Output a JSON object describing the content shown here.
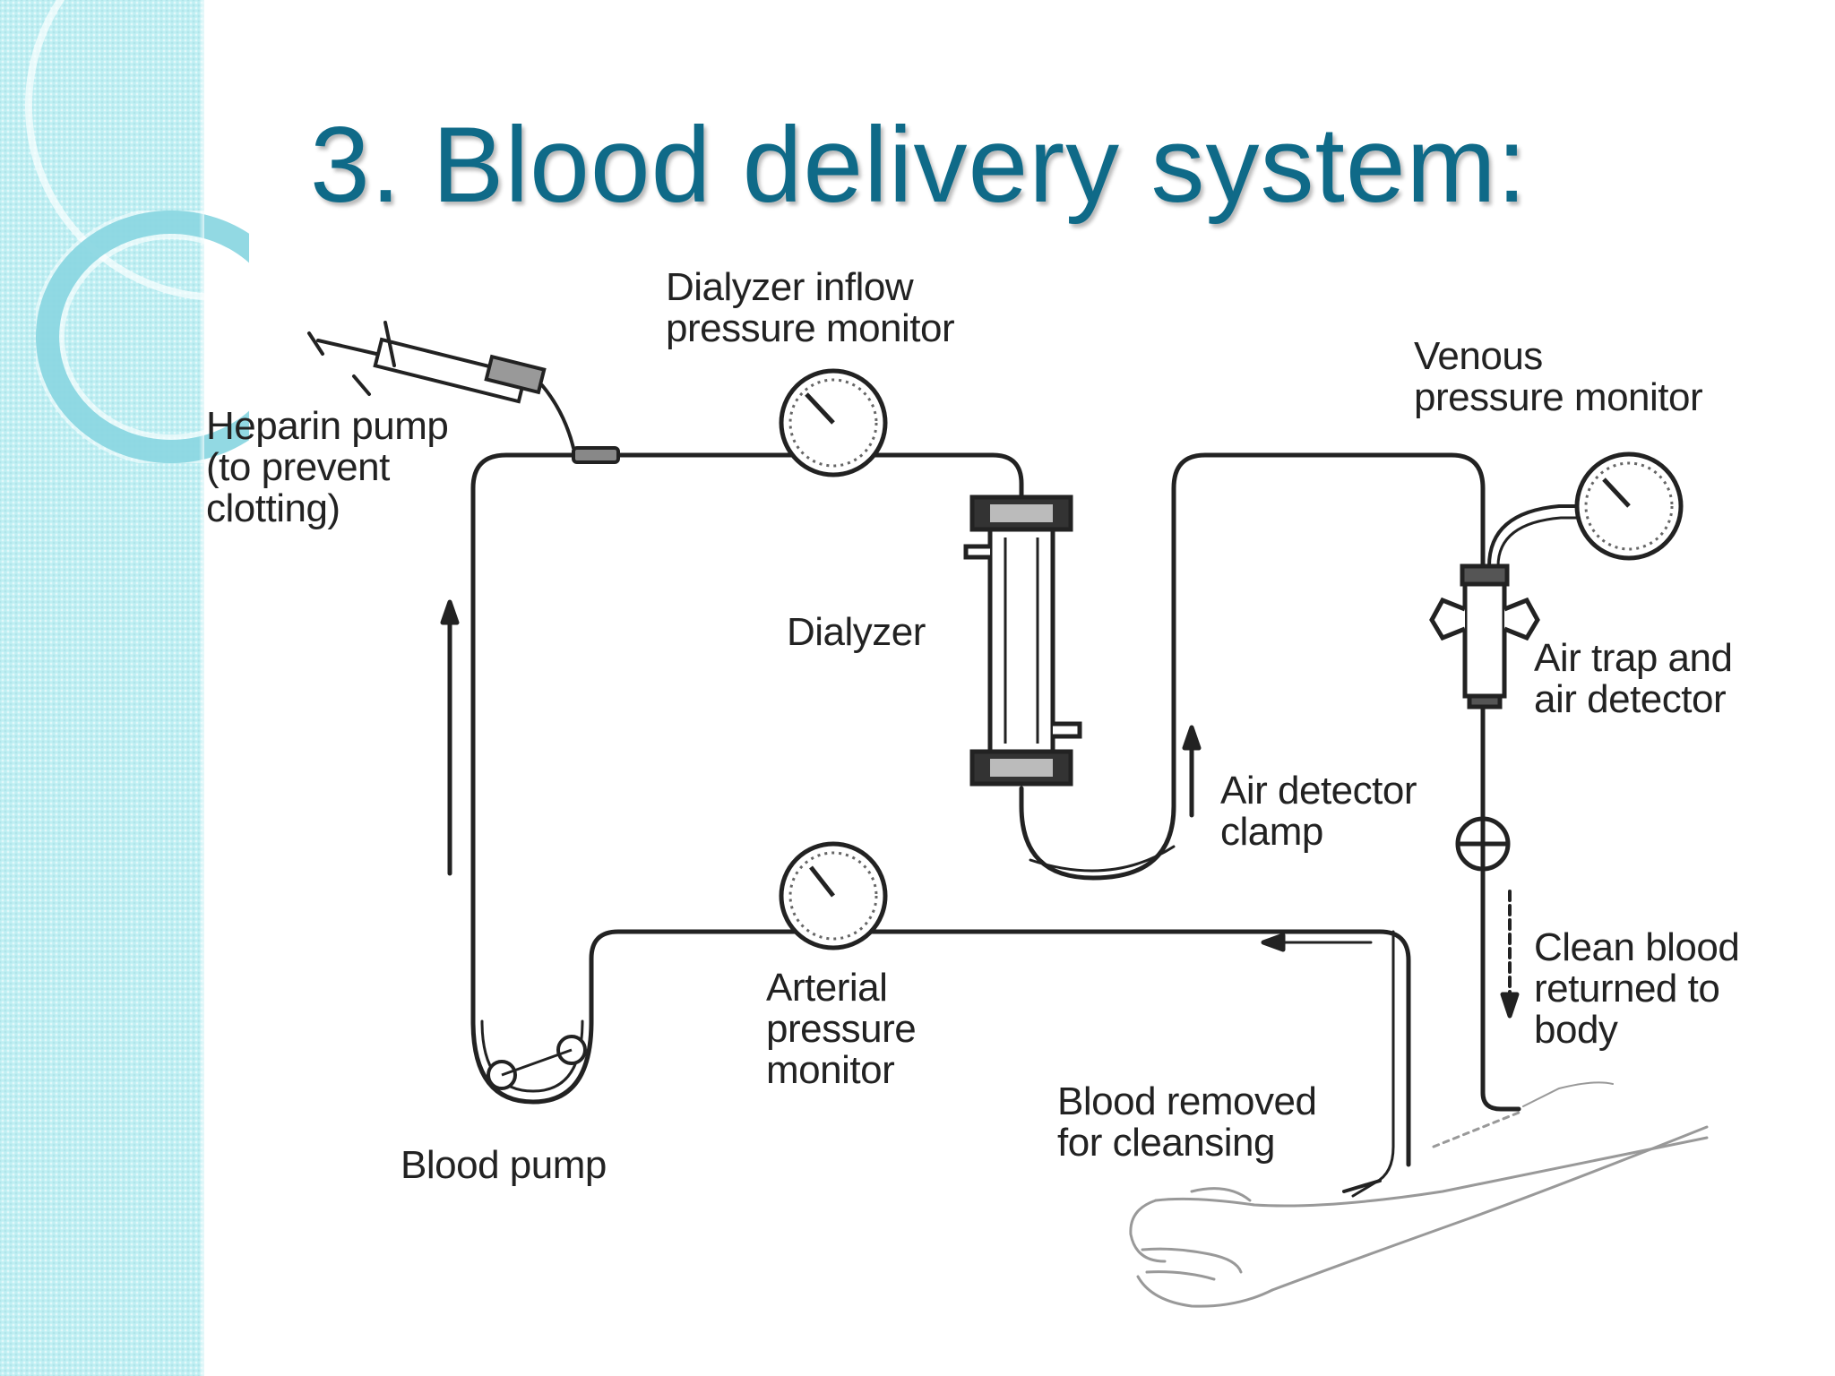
{
  "slide": {
    "title": "3. Blood delivery system:"
  },
  "diagram": {
    "labels": {
      "dialyzer_inflow_monitor": [
        "Dialyzer inflow",
        "pressure monitor"
      ],
      "venous_monitor": [
        "Venous",
        "pressure monitor"
      ],
      "heparin_pump": [
        "Heparin pump",
        "(to prevent",
        "clotting)"
      ],
      "dialyzer": [
        "Dialyzer"
      ],
      "air_trap": [
        "Air trap and",
        "air detector"
      ],
      "air_detector_clamp": [
        "Air detector",
        "clamp"
      ],
      "clean_blood": [
        "Clean blood",
        "returned to",
        "body"
      ],
      "arterial_monitor": [
        "Arterial",
        "pressure",
        "monitor"
      ],
      "blood_removed": [
        "Blood removed",
        "for cleansing"
      ],
      "blood_pump": [
        "Blood pump"
      ]
    }
  },
  "colors": {
    "title": "#0f6a88",
    "sidebar": "#bfeff3",
    "line": "#222222"
  }
}
